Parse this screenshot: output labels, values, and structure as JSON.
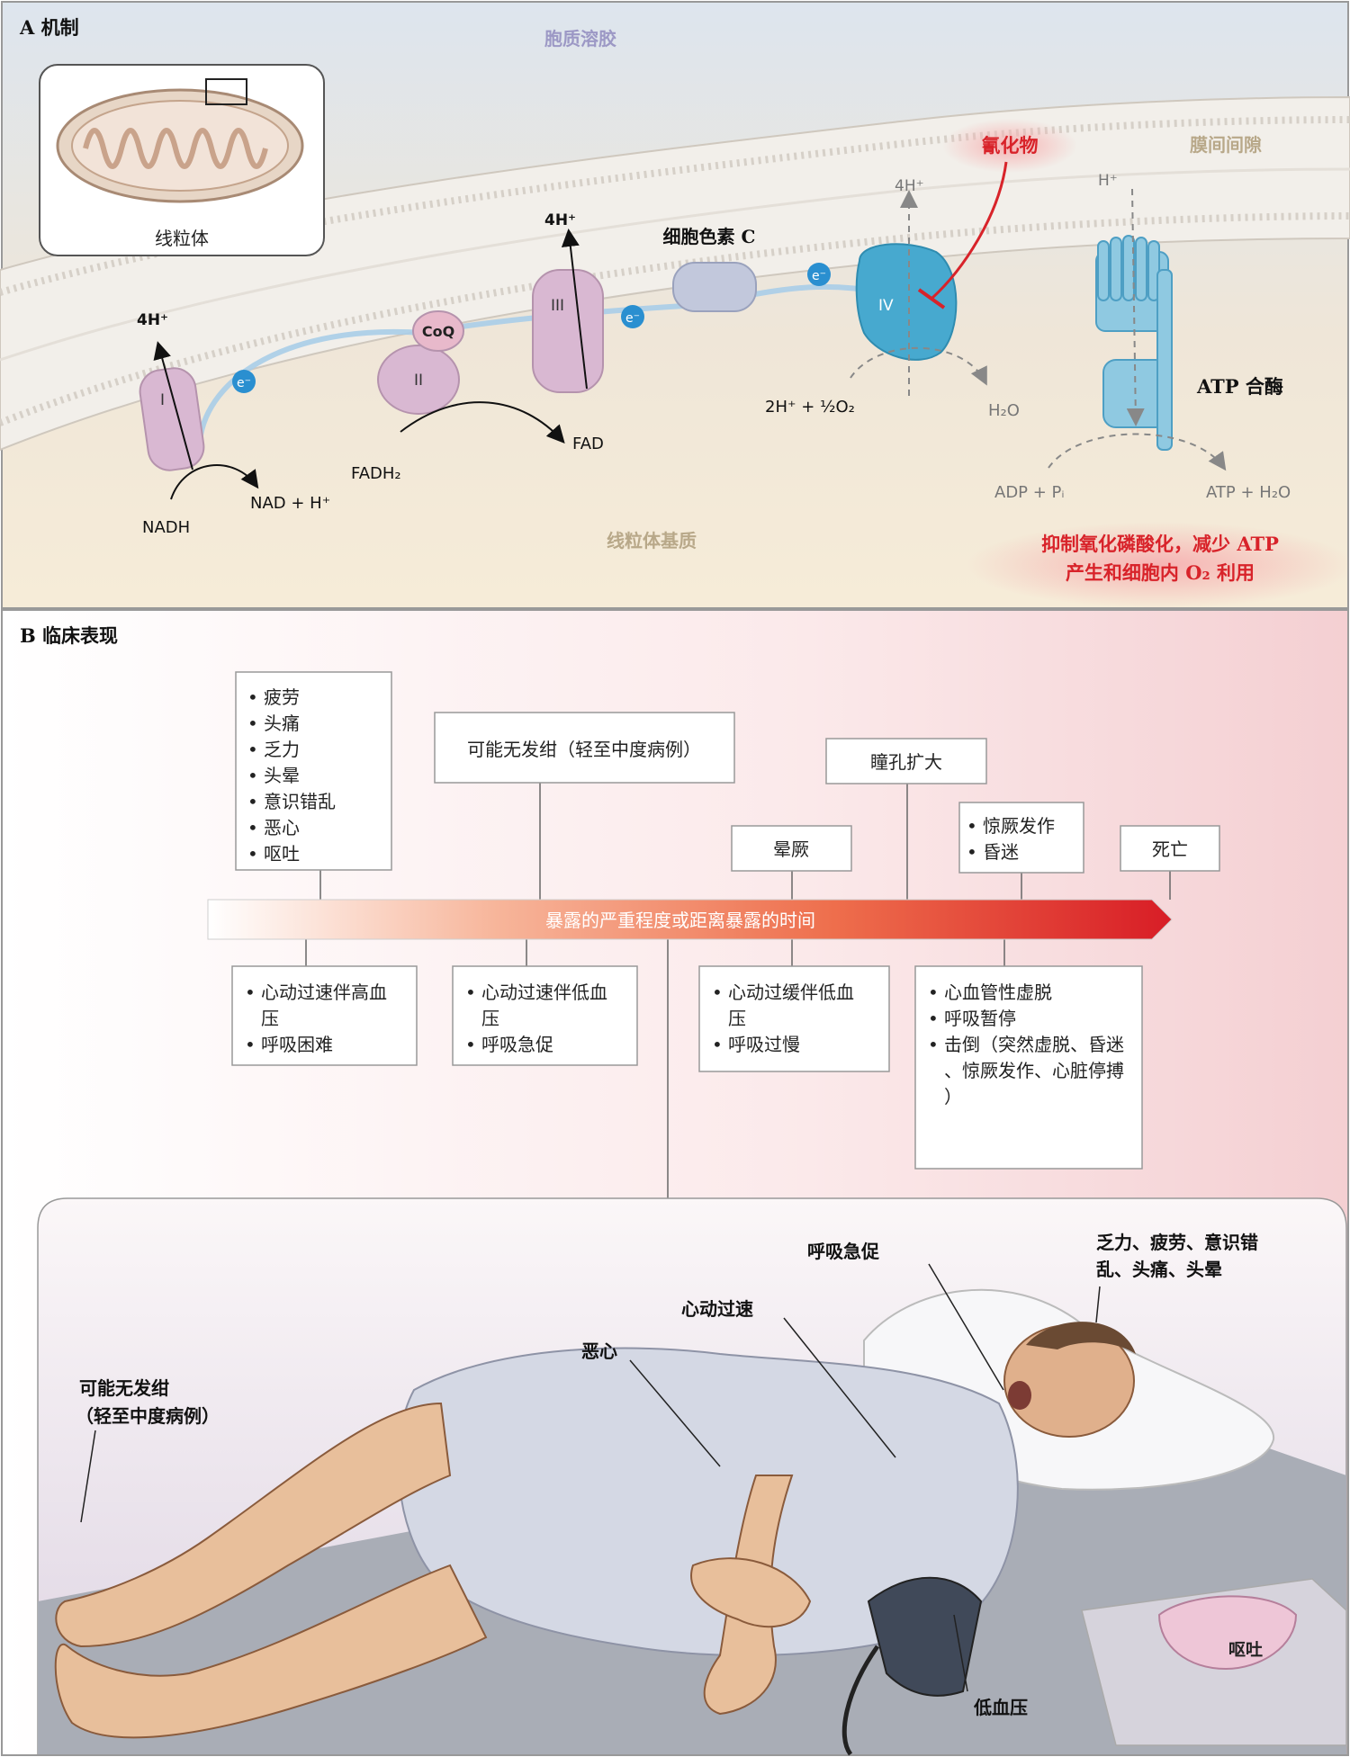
{
  "panel_a": {
    "label": "A 机制",
    "cytosol": "胞质溶胶",
    "intermembrane": "膜间间隙",
    "matrix": "线粒体基质",
    "mitochondrion_caption": "线粒体",
    "complex_1": "I",
    "complex_2": "II",
    "complex_3": "III",
    "complex_4": "IV",
    "coq": "CoQ",
    "electron": "e⁻",
    "proton_4h_1": "4H⁺",
    "proton_4h_3": "4H⁺",
    "proton_4h_4": "4H⁺",
    "proton_h": "H⁺",
    "cytochrome_c": "细胞色素 C",
    "cyanide": "氰化物",
    "nadh": "NADH",
    "nad": "NAD + H⁺",
    "fadh2": "FADH₂",
    "fad": "FAD",
    "oxygen_reaction": "2H⁺ + ½O₂",
    "water": "H₂O",
    "atp_synthase": "ATP 合酶",
    "adp": "ADP + Pᵢ",
    "atp": "ATP + H₂O",
    "effect_line1": "抑制氧化磷酸化，减少 ATP",
    "effect_line2": "产生和细胞内 O₂ 利用",
    "colors": {
      "cyanide_red": "#d8232a",
      "complex_purple": "#d9b8d2",
      "complex_blue": "#47a9cf",
      "electron_blue": "#2a8fd0"
    }
  },
  "panel_b": {
    "label": "B 临床表现",
    "timeline_label": "暴露的严重程度或距离暴露的时间",
    "above": {
      "early_symptoms": [
        "疲劳",
        "头痛",
        "乏力",
        "头晕",
        "意识错乱",
        "恶心",
        "呕吐"
      ],
      "no_cyanosis": "可能无发绀（轻至中度病例）",
      "mydriasis": "瞳孔扩大",
      "syncope": "晕厥",
      "seizure_coma": [
        "惊厥发作",
        "昏迷"
      ],
      "death": "死亡"
    },
    "below": {
      "box1": [
        "心动过速伴高血压",
        "呼吸困难"
      ],
      "box2": [
        "心动过速伴低血压",
        "呼吸急促"
      ],
      "box3": [
        "心动过缓伴低血压",
        "呼吸过慢"
      ],
      "box4": [
        "心血管性虚脱",
        "呼吸暂停",
        "击倒（突然虚脱、昏迷、惊厥发作、心脏停搏）"
      ]
    },
    "illustration": {
      "tachypnea": "呼吸急促",
      "weakness_line1": "乏力、疲劳、意识错",
      "weakness_line2": "乱、头痛、头晕",
      "tachycardia": "心动过速",
      "nausea": "恶心",
      "cyanosis_line1": "可能无发绀",
      "cyanosis_line2": "（轻至中度病例）",
      "hypotension": "低血压",
      "vomiting": "呕吐"
    }
  }
}
